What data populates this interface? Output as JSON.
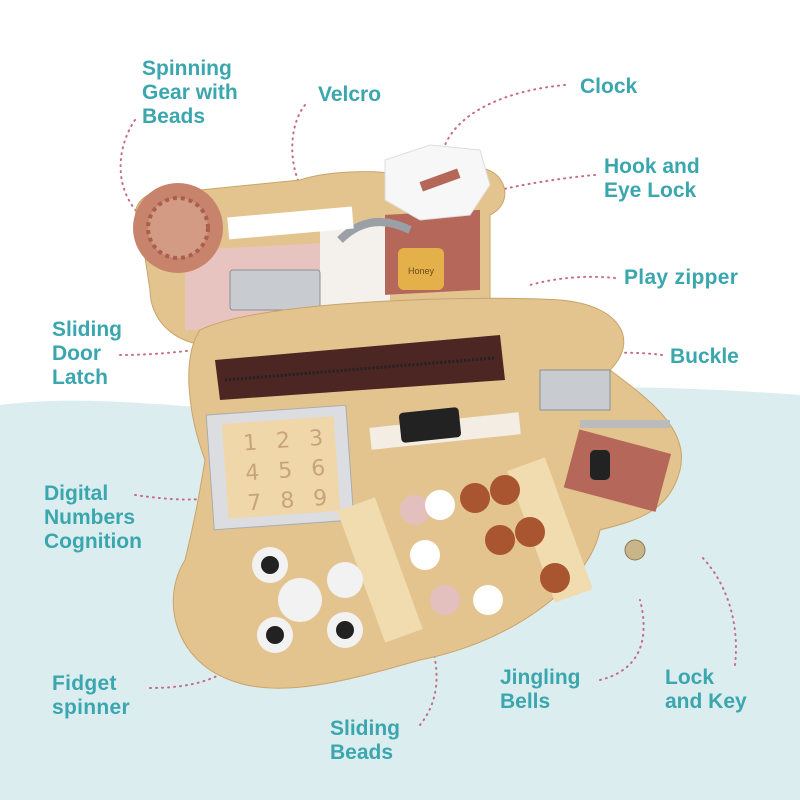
{
  "labels": {
    "gear": "Spinning\nGear with\nBeads",
    "velcro": "Velcro",
    "clock": "Clock",
    "hook": "Hook and\nEye Lock",
    "zipper": "Play zipper",
    "latch": "Sliding\nDoor\nLatch",
    "buckle": "Buckle",
    "numbers": "Digital\nNumbers\nCognition",
    "spinner": "Fidget\nspinner",
    "beads": "Sliding\nBeads",
    "bells": "Jingling\nBells",
    "lock": "Lock\nand Key"
  },
  "board": {
    "number_tiles": [
      "1",
      "2",
      "3",
      "4",
      "5",
      "6",
      "7",
      "8",
      "9"
    ],
    "honey_tag": "Honey"
  },
  "colors": {
    "label": "#3aa6ae",
    "wave": "#dcedef",
    "wood": "#e3c48f",
    "pink": "#e8c4c0",
    "terracotta": "#b5685a",
    "dots": "#c66b86"
  }
}
